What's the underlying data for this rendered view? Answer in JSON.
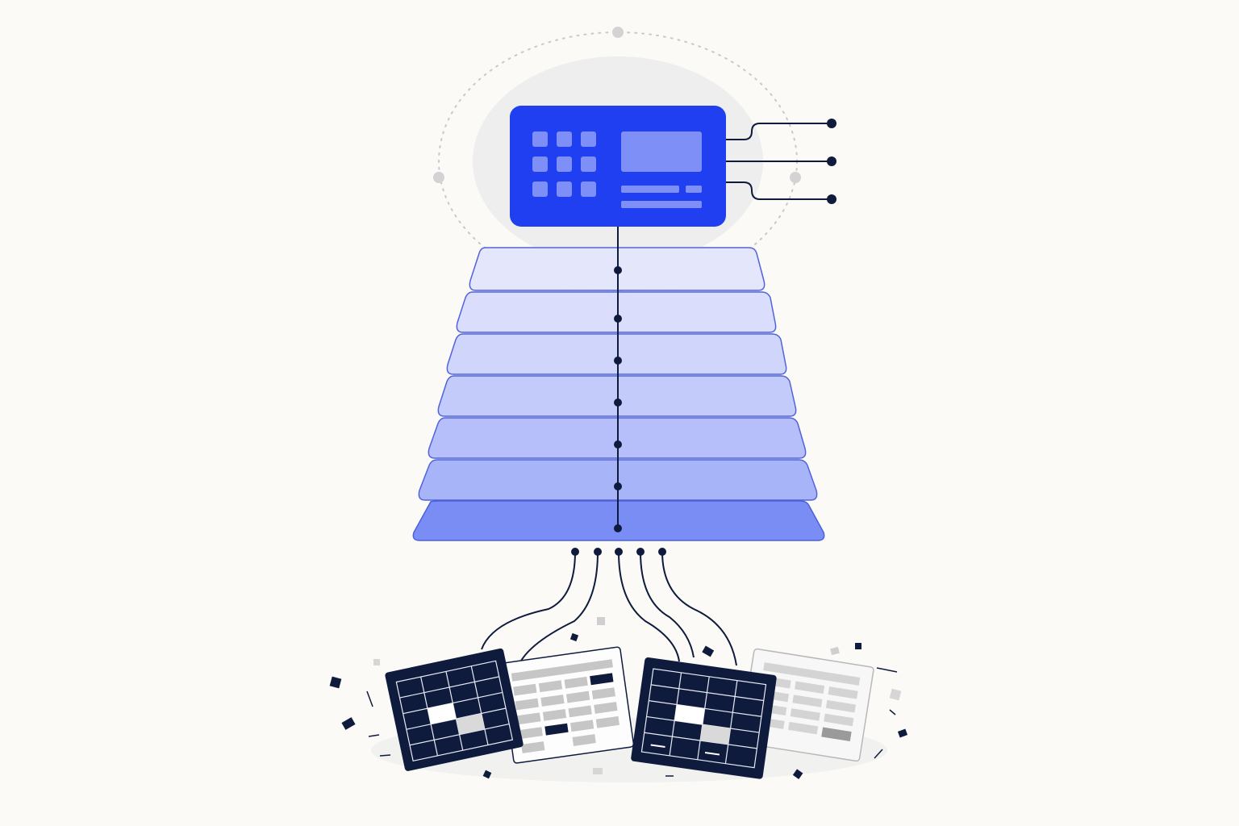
{
  "diagram": {
    "theme": {
      "background": "#fbfaf7",
      "primary": "#1f3ff0",
      "navy": "#0f1b3d",
      "panel_light": "#e6e9fb",
      "panel_dark": "#7a8df5",
      "table_grey": "#b9b9b9"
    },
    "top_module": {
      "icon": "dashboard-card-icon"
    },
    "output_connectors": 3,
    "stack_layers": 7,
    "input_lines": 5,
    "source_tables": [
      {
        "name": "table-dark-1",
        "style": "dark"
      },
      {
        "name": "table-light-1",
        "style": "light"
      },
      {
        "name": "table-dark-2",
        "style": "dark"
      },
      {
        "name": "table-light-2",
        "style": "faded"
      }
    ]
  }
}
